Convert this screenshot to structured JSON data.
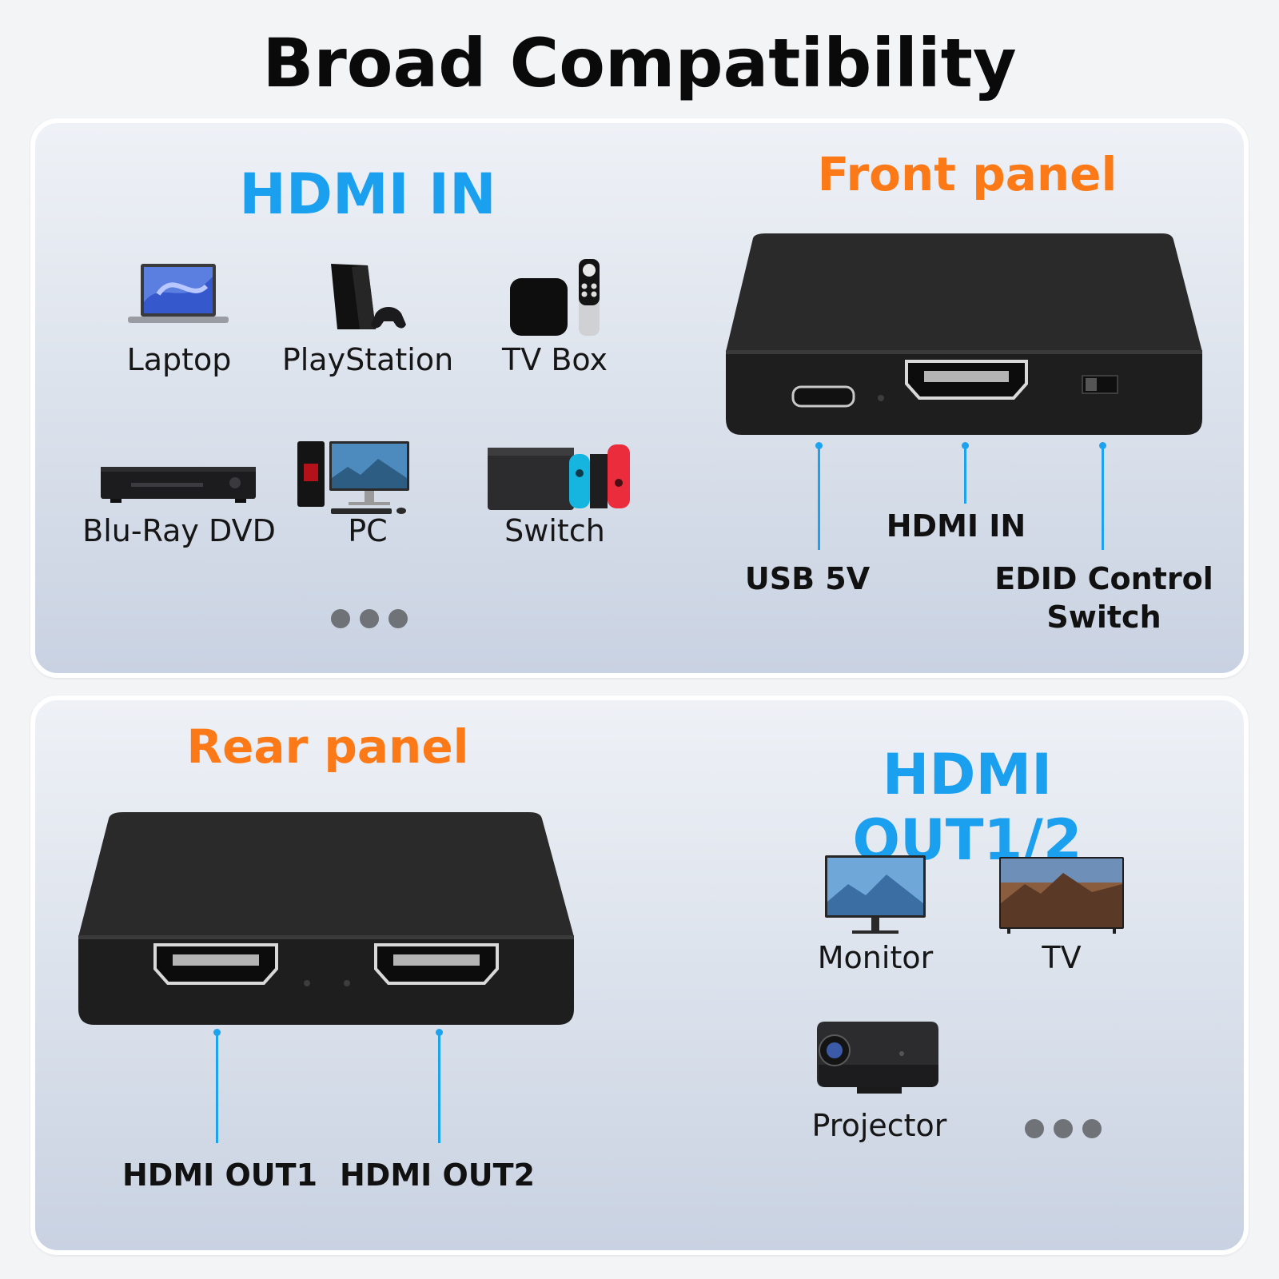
{
  "page": {
    "title": "Broad Compatibility"
  },
  "input_section": {
    "heading": "HDMI IN",
    "devices": [
      "Laptop",
      "PlayStation",
      "TV Box",
      "Blu-Ray DVD",
      "PC",
      "Switch"
    ]
  },
  "front_panel": {
    "heading": "Front panel",
    "ports": [
      "USB 5V",
      "HDMI IN",
      "EDID Control\nSwitch"
    ]
  },
  "rear_panel": {
    "heading": "Rear panel",
    "ports": [
      "HDMI OUT1",
      "HDMI OUT2"
    ]
  },
  "output_section": {
    "heading": "HDMI OUT1/2",
    "devices": [
      "Monitor",
      "TV",
      "Projector"
    ]
  },
  "colors": {
    "accent_blue": "#1aa0ef",
    "accent_orange": "#fb7a17",
    "device_dark": "#222222"
  }
}
